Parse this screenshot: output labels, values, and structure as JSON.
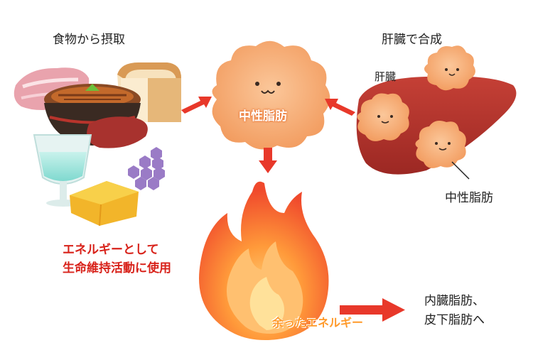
{
  "labels": {
    "food_intake": "食物から摂取",
    "liver_synthesis": "肝臓で合成",
    "liver": "肝臓",
    "neutral_fat_center": "中性脂肪",
    "neutral_fat_liver": "中性脂肪",
    "energy_line1": "エネルギーとして",
    "energy_line2": "生命維持活動に使用",
    "surplus_energy": "余ったエネルギー",
    "destination_line1": "内臓脂肪、",
    "destination_line2": "皮下脂肪へ"
  },
  "colors": {
    "arrow": "#e8382a",
    "fat": "#f6b47e",
    "liver": "#b8342c",
    "flame_outer": "#f25a35",
    "flame_inner": "#ffa54a"
  },
  "icons": {
    "food": [
      "meat-icon",
      "rice-bowl-icon",
      "bread-icon",
      "sweet-potato-icon",
      "drink-glass-icon",
      "grapes-icon",
      "butter-icon"
    ]
  }
}
